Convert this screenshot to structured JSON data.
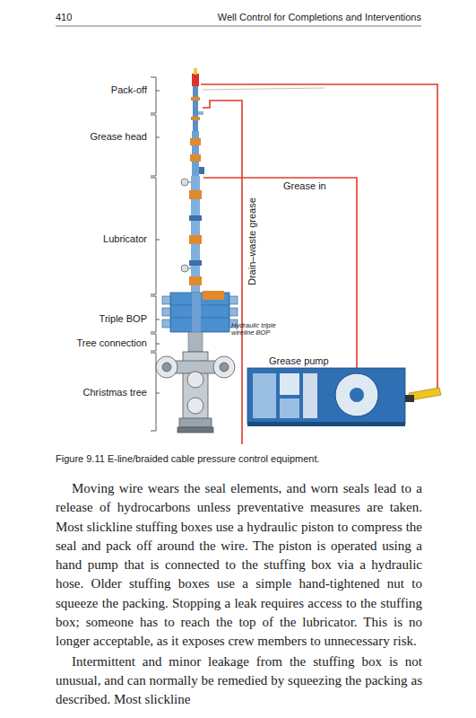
{
  "diagram": {
    "caption": "Figure 9.11 E-line/braided cable pressure control equipment.",
    "labels": [
      "410",
      "Well Control for Completions and Interventions",
      "Pack-off",
      "Grease head",
      "Lubricator",
      "Triple BOP",
      "Tree connection",
      "Christmas tree",
      "Grease in",
      "Drain–waste grease",
      "Hydraulic triple wireline BOP",
      "Grease pump",
      "Moving wire wears the seal elements, and worn seals lead to a release of hydrocarbons unless preventative measures are taken. Most slickline stuffing boxes use a hydraulic piston to compress the seal and pack off around the wire. The piston is operated using a hand pump that is connected to the stuffing box via a hydraulic hose. Older stuffing boxes use a simple hand-tightened nut to squeeze the packing. Stopping a leak requires access to the stuffing box; someone has to reach the top of the lubricator. This is no longer acceptable, as it exposes crew members to unnecessary risk.",
      "Intermittent and minor leakage from the stuffing box is not unusual, and can normally be remedied by squeezing the packing as described. Most slickline"
    ]
  }
}
